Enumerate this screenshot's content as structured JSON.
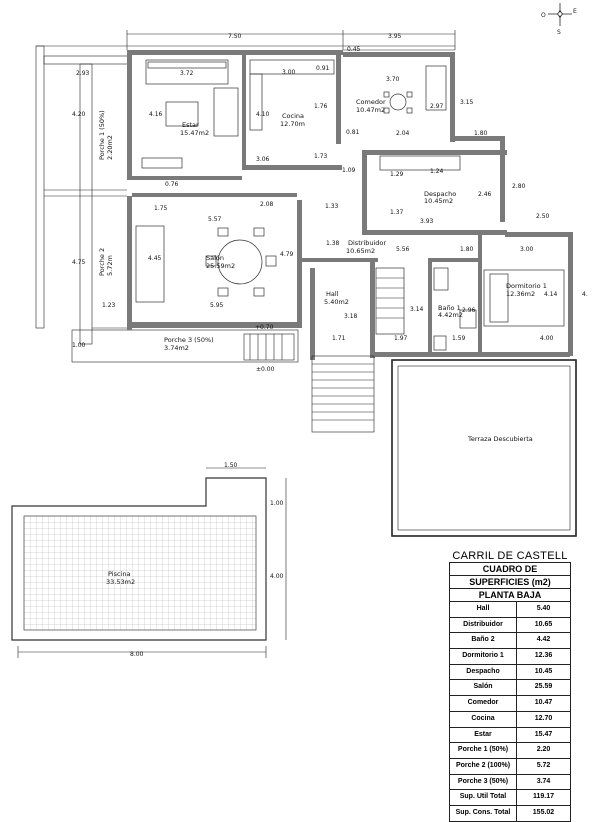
{
  "plan": {
    "rooms": {
      "estar": [
        "Estar",
        "15.47m2"
      ],
      "cocina": [
        "Cocina",
        "12.70m"
      ],
      "comedor": [
        "Comedor",
        "10.47m2"
      ],
      "despacho": [
        "Despacho",
        "10.45m2"
      ],
      "salon": [
        "Salón",
        "25.59m2"
      ],
      "distribuidor": [
        "Distribuidor",
        "10.65m2"
      ],
      "hall": [
        "Hall",
        "5.40m2"
      ],
      "bano": [
        "Baño 1",
        "4.42m2"
      ],
      "dormitorio": [
        "Dormitorio 1",
        "12.36m2"
      ],
      "porche1": [
        "Porche 1 (50%)",
        "2.20m2"
      ],
      "porche2": [
        "Porche 2",
        "5.72m"
      ],
      "porche3": [
        "Porche 3 (50%)",
        "3.74m2"
      ],
      "piscina": [
        "Piscina",
        "33.53m2"
      ],
      "terraza": "Terraza Descubierta"
    },
    "dims": {
      "d750": "7.50",
      "d395": "3.95",
      "d045": "0.45",
      "d293": "2.93",
      "d372": "3.72",
      "d300": "3.00",
      "d091": "0.91",
      "d370": "3.70",
      "d420": "4.20",
      "d416": "4.16",
      "d410": "4.10",
      "d176": "1.76",
      "d297": "2.97",
      "d315": "3.15",
      "d081": "0.81",
      "d204": "2.04",
      "d180": "1.80",
      "d306": "3.06",
      "d173": "1.73",
      "d124": "1.24",
      "d109": "1.09",
      "d129": "1.29",
      "d246": "2.46",
      "d280": "2.80",
      "d076": "0.76",
      "d175": "1.75",
      "d208": "2.08",
      "d133": "1.33",
      "d393": "3.93",
      "d137": "1.37",
      "d250": "2.50",
      "d557": "5.57",
      "d138": "1.38",
      "d556": "5.56",
      "d180b": "1.80",
      "d300b": "3.00",
      "d445": "4.45",
      "d479": "4.79",
      "d475": "4.75",
      "d414": "4.14",
      "d4_": "4.",
      "d318": "3.18",
      "d314": "3.14",
      "d296": "2.96",
      "d123": "1.23",
      "d595": "5.95",
      "d070": "+0.70",
      "d100": "1.00",
      "d171": "1.71",
      "d197": "1.97",
      "d159": "1.59",
      "d400": "4.00",
      "d000": "±0.00",
      "d150": "1.50",
      "d100b": "1.00",
      "d400b": "4.00",
      "d800": "8.00"
    },
    "compass": {
      "o": "O",
      "e": "E",
      "s": "S"
    }
  },
  "table": {
    "title": "CARRIL DE CASTELL Nº14",
    "header1": "CUADRO DE",
    "header2": "SUPERFICIES (m2)",
    "header3": "PLANTA BAJA",
    "rows": [
      {
        "name": "Hall",
        "value": "5.40"
      },
      {
        "name": "Distribuidor",
        "value": "10.65"
      },
      {
        "name": "Baño 2",
        "value": "4.42"
      },
      {
        "name": "Dormitorio 1",
        "value": "12.36"
      },
      {
        "name": "Despacho",
        "value": "10.45"
      },
      {
        "name": "Salón",
        "value": "25.59"
      },
      {
        "name": "Comedor",
        "value": "10.47"
      },
      {
        "name": "Cocina",
        "value": "12.70"
      },
      {
        "name": "Estar",
        "value": "15.47"
      },
      {
        "name": "Porche 1 (50%)",
        "value": "2.20"
      },
      {
        "name": "Porche 2 (100%)",
        "value": "5.72"
      },
      {
        "name": "Porche 3 (50%)",
        "value": "3.74"
      }
    ],
    "totals": [
      {
        "name": "Sup. Util Total",
        "value": "119.17"
      },
      {
        "name": "Sup. Cons. Total",
        "value": "155.02"
      }
    ]
  }
}
